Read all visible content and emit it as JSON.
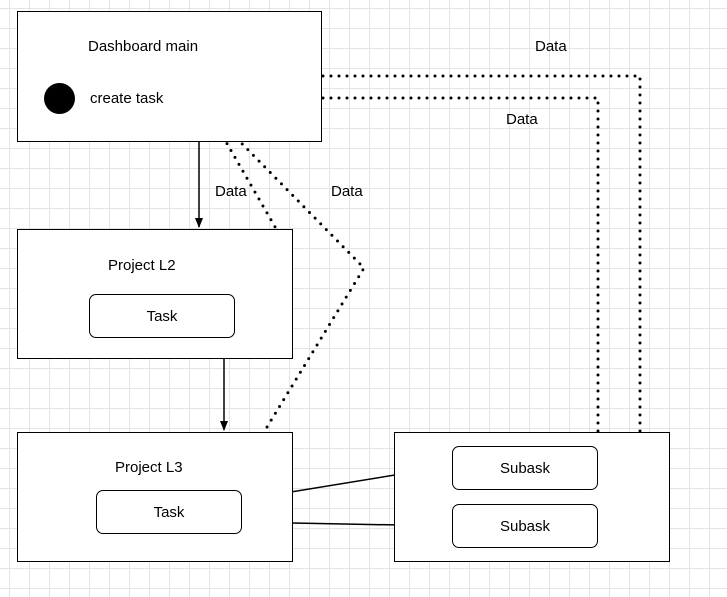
{
  "dashboard": {
    "title": "Dashboard main",
    "create_task": "create task"
  },
  "project_l2": {
    "title": "Project L2",
    "task": "Task"
  },
  "project_l3": {
    "title": "Project L3",
    "task": "Task"
  },
  "subtasks": {
    "first": "Subask",
    "second": "Subask"
  },
  "edge_labels": {
    "outer_top": "Data",
    "inner_top": "Data",
    "solid_arrow": "Data",
    "diagonal": "Data"
  }
}
